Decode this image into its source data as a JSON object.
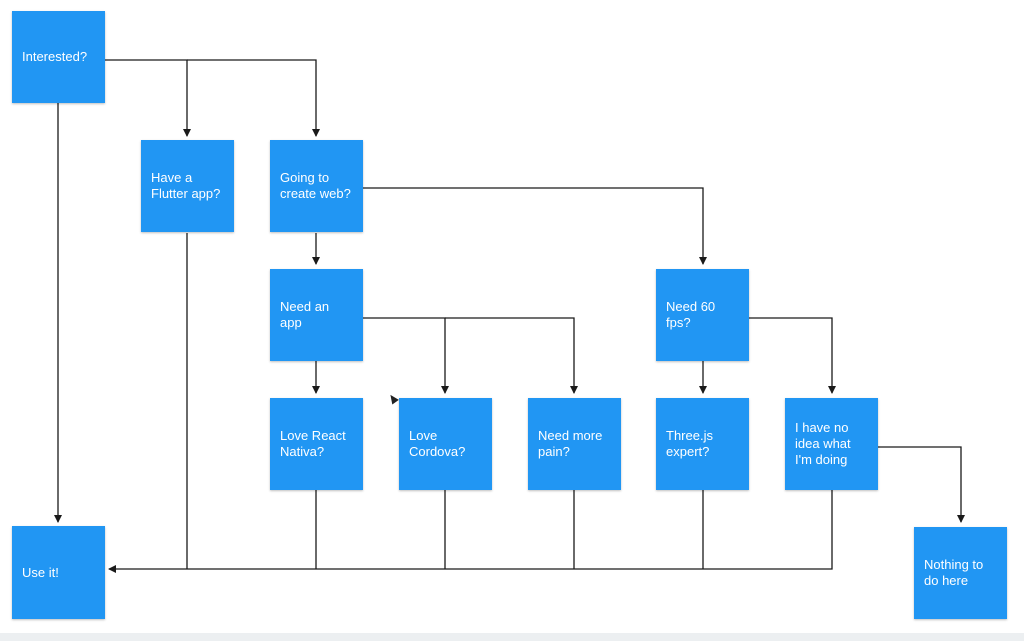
{
  "colors": {
    "node_fill": "#2196f3",
    "node_text": "#ffffff",
    "connector": "#1a1a1a"
  },
  "nodes": {
    "interested": "Interested?",
    "have_flutter": "Have a\nFlutter app?",
    "create_web": "Going to\ncreate web?",
    "need_app": "Need an\napp",
    "need_60fps": "Need 60\nfps?",
    "love_react": "Love React\nNativa?",
    "love_cordova": "Love\nCordova?",
    "more_pain": "Need more\npain?",
    "threejs": "Three.js\nexpert?",
    "no_idea": "I have no\nidea what\nI'm doing",
    "use_it": "Use it!",
    "nothing": "Nothing to\ndo here"
  }
}
